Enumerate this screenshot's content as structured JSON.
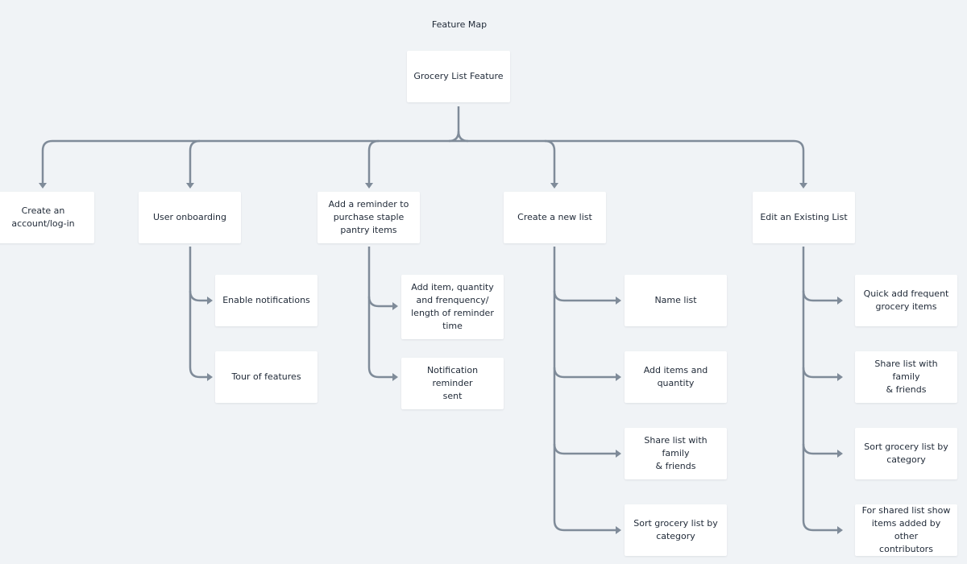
{
  "title": "Feature Map",
  "root": "Grocery List Feature",
  "branches": [
    {
      "label": "Create an\naccount/log-in",
      "children": []
    },
    {
      "label": "User onboarding",
      "children": [
        "Enable notifications",
        "Tour of features"
      ]
    },
    {
      "label": "Add a reminder to\npurchase staple\npantry items",
      "children": [
        "Add item, quantity\nand frenquency/\nlength of reminder\ntime",
        "Notification reminder\nsent"
      ]
    },
    {
      "label": "Create a new list",
      "children": [
        "Name list",
        "Add items and\nquantity",
        "Share list with family\n& friends",
        "Sort grocery list by\ncategory"
      ]
    },
    {
      "label": "Edit an Existing List",
      "children": [
        "Quick add frequent\ngrocery items",
        "Share list with family\n& friends",
        "Sort grocery list by\ncategory",
        "For shared list show\nitems added by other\ncontributors"
      ]
    }
  ],
  "colors": {
    "background": "#f0f3f6",
    "node": "#ffffff",
    "connector": "#7f8b99",
    "text": "#1f2937"
  }
}
